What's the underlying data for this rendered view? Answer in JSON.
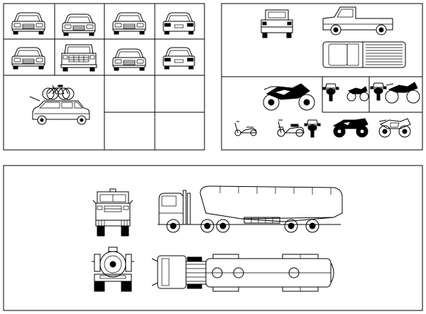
{
  "sheet": {
    "background": "#ffffff",
    "line_color": "#000000"
  },
  "panels": [
    {
      "name": "cars",
      "cells": [
        {
          "icon": "car-front-icon"
        },
        {
          "icon": "car-front-icon"
        },
        {
          "icon": "car-front-icon"
        },
        {
          "icon": "car-rear-icon"
        },
        {
          "icon": "car-front-icon"
        },
        {
          "icon": "pickup-front-icon"
        },
        {
          "icon": "car-front-icon"
        },
        {
          "icon": "car-rear-icon"
        },
        {
          "icon": "station-wagon-with-bikes-icon"
        }
      ]
    },
    {
      "name": "pickup-and-motorcycles",
      "cells": [
        {
          "icon": "pickup-rear-icon"
        },
        {
          "icon": "pickup-side-icon"
        },
        {
          "icon": "pickup-top-icon"
        },
        {
          "icon": "sport-motorcycle-side-icon"
        },
        {
          "icon": "motorcycle-front-icon"
        },
        {
          "icon": "dirt-bike-icon"
        },
        {
          "icon": "scooter-icon"
        },
        {
          "icon": "touring-motorcycle-icon"
        }
      ]
    },
    {
      "name": "tanker-truck",
      "cells": [
        {
          "icon": "truck-front-icon"
        },
        {
          "icon": "tanker-truck-side-icon"
        },
        {
          "icon": "truck-rear-icon"
        },
        {
          "icon": "tanker-truck-top-icon"
        }
      ]
    }
  ]
}
